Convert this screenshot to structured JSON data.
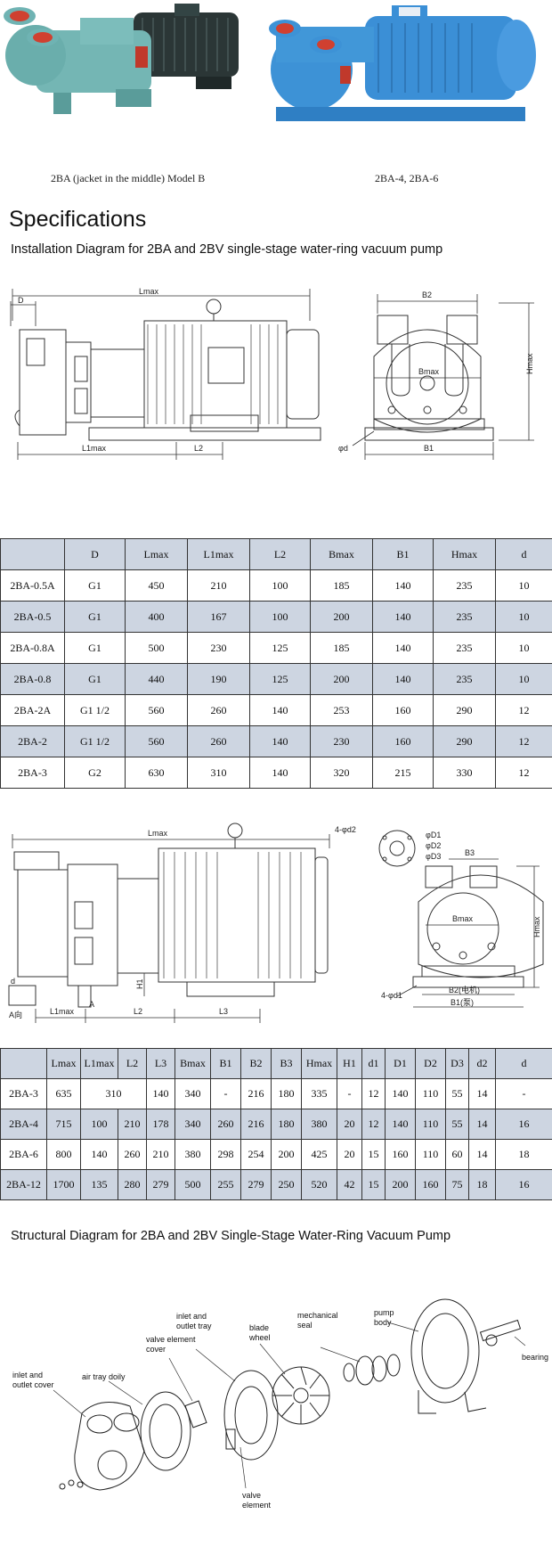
{
  "photos": [
    {
      "caption": "2BA (jacket in the middle) Model B",
      "body_color": "#6fb3b3",
      "motor_color": "#2d3a3a"
    },
    {
      "caption": "2BA-4, 2BA-6",
      "body_color": "#3d92d6",
      "motor_color": "#3d92d6"
    }
  ],
  "section_title": "Specifications",
  "install_subtitle": "Installation Diagram for 2BA and 2BV single-stage water-ring vacuum pump",
  "diagram1": {
    "labels": {
      "Lmax": "Lmax",
      "D": "D",
      "L1max": "L1max",
      "L2": "L2",
      "B2": "B2",
      "Bmax": "Bmax",
      "B1": "B1",
      "Hmax": "Hmax",
      "d": "φd"
    }
  },
  "table1": {
    "headers": [
      "",
      "D",
      "Lmax",
      "L1max",
      "L2",
      "Bmax",
      "B1",
      "Hmax",
      "d"
    ],
    "rows": [
      [
        "2BA-0.5A",
        "G1",
        "450",
        "210",
        "100",
        "185",
        "140",
        "235",
        "10"
      ],
      [
        "2BA-0.5",
        "G1",
        "400",
        "167",
        "100",
        "200",
        "140",
        "235",
        "10"
      ],
      [
        "2BA-0.8A",
        "G1",
        "500",
        "230",
        "125",
        "185",
        "140",
        "235",
        "10"
      ],
      [
        "2BA-0.8",
        "G1",
        "440",
        "190",
        "125",
        "200",
        "140",
        "235",
        "10"
      ],
      [
        "2BA-2A",
        "G1 1/2",
        "560",
        "260",
        "140",
        "253",
        "160",
        "290",
        "12"
      ],
      [
        "2BA-2",
        "G1 1/2",
        "560",
        "260",
        "140",
        "230",
        "160",
        "290",
        "12"
      ],
      [
        "2BA-3",
        "G2",
        "630",
        "310",
        "140",
        "320",
        "215",
        "330",
        "12"
      ]
    ]
  },
  "diagram2": {
    "labels": {
      "Lmax": "Lmax",
      "L1max": "L1max",
      "L2": "L2",
      "L3": "L3",
      "H1": "H1",
      "A": "A",
      "A_view": "A向",
      "d_small": "d",
      "flange_holes": "4-φd2",
      "D1": "φD1",
      "D2": "φD2",
      "D3": "φD3",
      "B3": "B3",
      "Bmax": "Bmax",
      "Hmax": "Hmax",
      "B2": "B2(电机)",
      "B1": "B1(泵)",
      "foot_holes": "4-φd1"
    }
  },
  "table2": {
    "headers": [
      "",
      "Lmax",
      "L1max",
      "L2",
      "L3",
      "Bmax",
      "B1",
      "B2",
      "B3",
      "Hmax",
      "H1",
      "d1",
      "D1",
      "D2",
      "D3",
      "d2",
      "d"
    ],
    "rows": [
      [
        "2BA-3",
        "635",
        "310",
        "140",
        "340",
        "-",
        "216",
        "180",
        "335",
        "-",
        "12",
        "140",
        "110",
        "55",
        "14",
        "-"
      ],
      [
        "2BA-4",
        "715",
        "100",
        "210",
        "178",
        "340",
        "260",
        "216",
        "180",
        "380",
        "20",
        "12",
        "140",
        "110",
        "55",
        "14",
        "16"
      ],
      [
        "2BA-6",
        "800",
        "140",
        "260",
        "210",
        "380",
        "298",
        "254",
        "200",
        "425",
        "20",
        "15",
        "160",
        "110",
        "60",
        "14",
        "18"
      ],
      [
        "2BA-12",
        "1700",
        "135",
        "280",
        "279",
        "500",
        "255",
        "279",
        "250",
        "520",
        "42",
        "15",
        "200",
        "160",
        "75",
        "18",
        "16"
      ]
    ]
  },
  "structural_title": "Structural Diagram for 2BA and 2BV Single-Stage Water-Ring Vacuum Pump",
  "parts": {
    "inlet_cover_1": "inlet and",
    "inlet_cover_2": "outlet cover",
    "air_tray": "air tray doily",
    "valve_cover_1": "valve element",
    "valve_cover_2": "cover",
    "inlet_tray_1": "inlet and",
    "inlet_tray_2": "outlet tray",
    "blade_1": "blade",
    "blade_2": "wheel",
    "seal_1": "mechanical",
    "seal_2": "seal",
    "body_1": "pump",
    "body_2": "body",
    "bearing": "bearing",
    "valve_1": "valve",
    "valve_2": "element"
  }
}
